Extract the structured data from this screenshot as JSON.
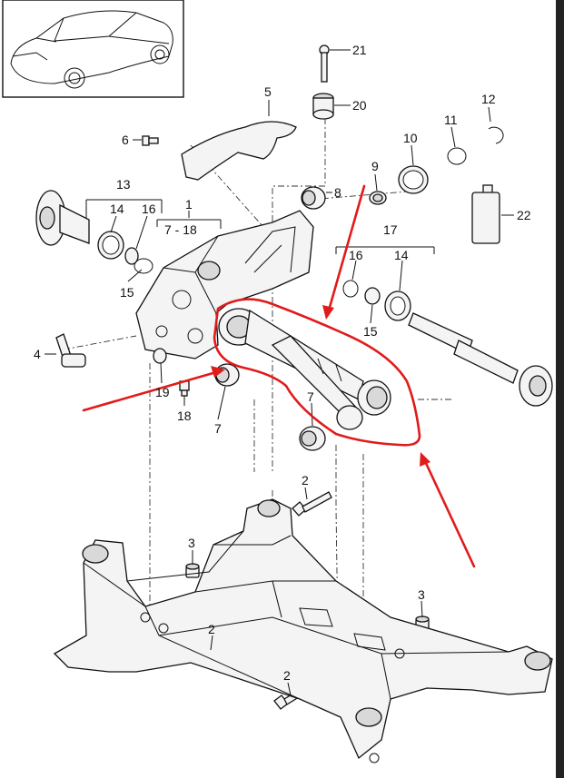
{
  "diagram": {
    "callouts": {
      "c1": "1",
      "c7_18": "7 - 18",
      "c2a": "2",
      "c2b": "2",
      "c2c": "2",
      "c3a": "3",
      "c3b": "3",
      "c4": "4",
      "c5": "5",
      "c6": "6",
      "c7a": "7",
      "c7b": "7",
      "c8": "8",
      "c9": "9",
      "c10": "10",
      "c11": "11",
      "c12": "12",
      "c13": "13",
      "c14a": "14",
      "c14b": "14",
      "c15a": "15",
      "c15b": "15",
      "c16a": "16",
      "c16b": "16",
      "c17": "17",
      "c18": "18",
      "c19": "19",
      "c20": "20",
      "c21": "21",
      "c22": "22"
    },
    "annotation_color": "#e01b1b",
    "line_color": "#111111"
  }
}
